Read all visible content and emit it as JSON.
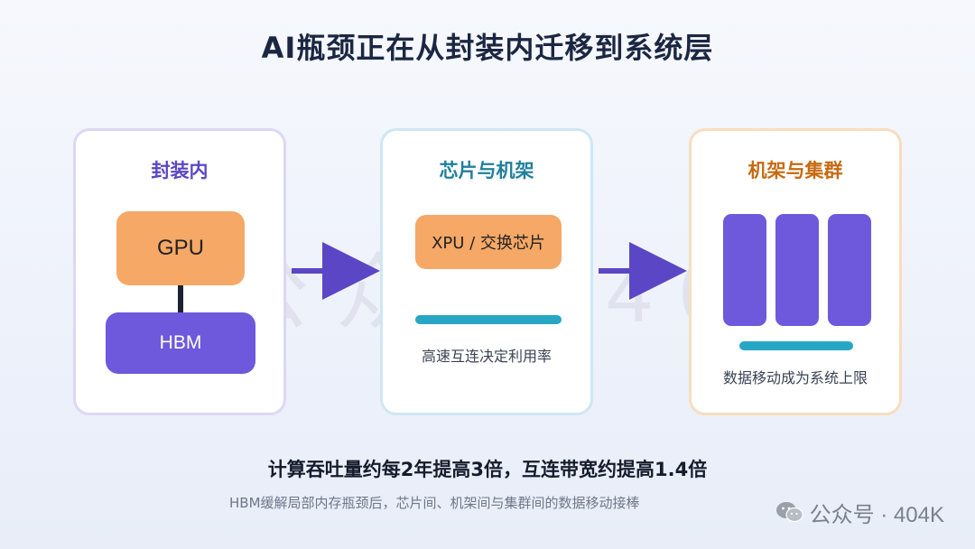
{
  "title": "AI瓶颈正在从封装内迁移到系统层",
  "watermark": "公众号 404K",
  "panels": [
    {
      "title": "封装内",
      "top_chip": "GPU",
      "bottom_chip": "HBM"
    },
    {
      "title": "芯片与机架",
      "chip": "XPU / 交换芯片",
      "caption": "高速互连决定利用率"
    },
    {
      "title": "机架与集群",
      "caption": "数据移动成为系统上限"
    }
  ],
  "headline": "计算吞吐量约每2年提高3倍，互连带宽约提高1.4倍",
  "subline": "HBM缓解局部内存瓶颈后，芯片间、机架间与集群间的数据移动接棒",
  "footer": "公众号 · 404K",
  "colors": {
    "accent_purple": "#6e58dc",
    "accent_orange": "#f6a866",
    "accent_teal": "#28a7c4",
    "arrow": "#5b46c6"
  }
}
